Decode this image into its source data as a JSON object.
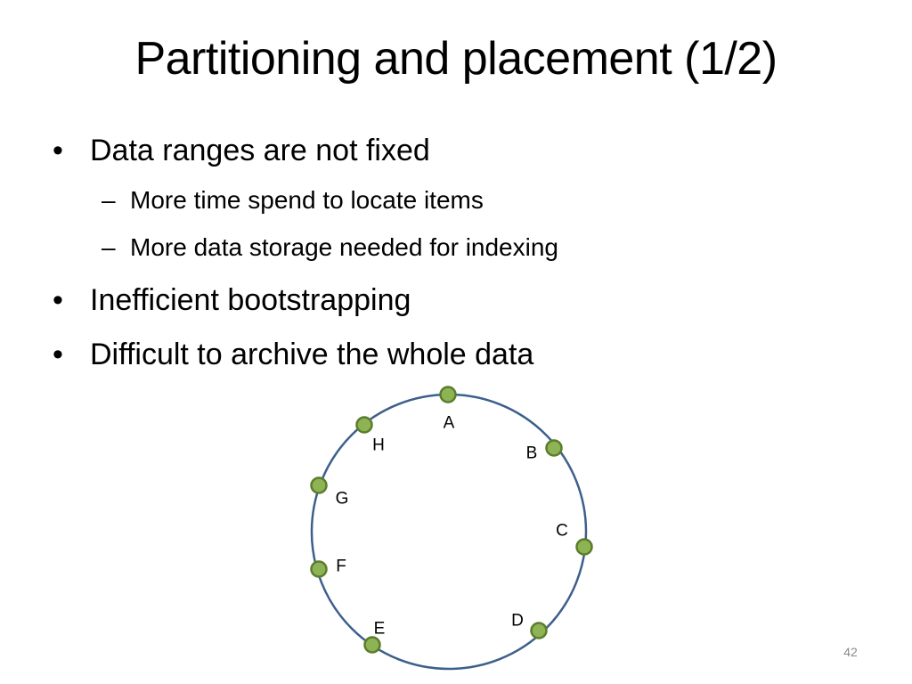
{
  "slide": {
    "title": "Partitioning and placement (1/2)",
    "page_number": "42"
  },
  "bullets": {
    "marker": "•",
    "sub_marker": "–",
    "b1": "Data ranges are not fixed",
    "s1": "More time spend to locate items",
    "s2": "More data storage needed for indexing",
    "b2": "Inefficient bootstrapping",
    "b3": "Difficult to archive the whole data"
  },
  "ring": {
    "ring_color": "#3d5f8c",
    "node_fill": "#8db355",
    "node_stroke": "#5b7d2c",
    "nodes": [
      {
        "id": "A",
        "label": "A"
      },
      {
        "id": "B",
        "label": "B"
      },
      {
        "id": "C",
        "label": "C"
      },
      {
        "id": "D",
        "label": "D"
      },
      {
        "id": "E",
        "label": "E"
      },
      {
        "id": "F",
        "label": "F"
      },
      {
        "id": "G",
        "label": "G"
      },
      {
        "id": "H",
        "label": "H"
      }
    ]
  }
}
